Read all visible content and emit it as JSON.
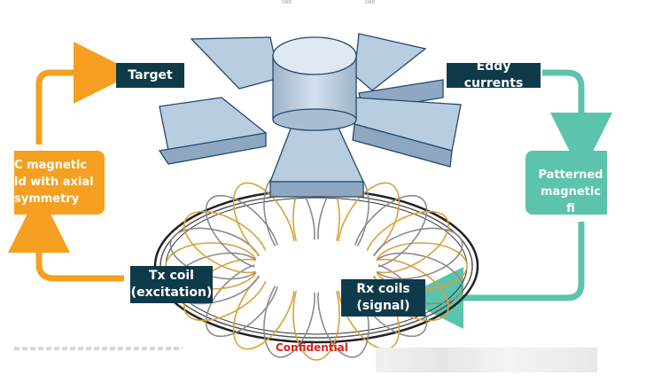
{
  "labels": {
    "target": "Target",
    "eddy_currents": "Eddy currents",
    "tx_coil": "Tx coil\n(excitation)",
    "rx_coils": "Rx coils\n(signal)"
  },
  "boxes": {
    "left": "C magnetic\nld with axial\nsymmetry",
    "right": "Patterned\nmagnetic fi"
  },
  "footer": "Confidential",
  "colors": {
    "label_bg": "#0f3a4a",
    "orange": "#f5a020",
    "teal": "#5cc3ac",
    "target_blue": "#b9cde0",
    "coil_orange": "#d9a13b",
    "coil_gray": "#8b8b8b",
    "confidential": "#e0201a"
  }
}
